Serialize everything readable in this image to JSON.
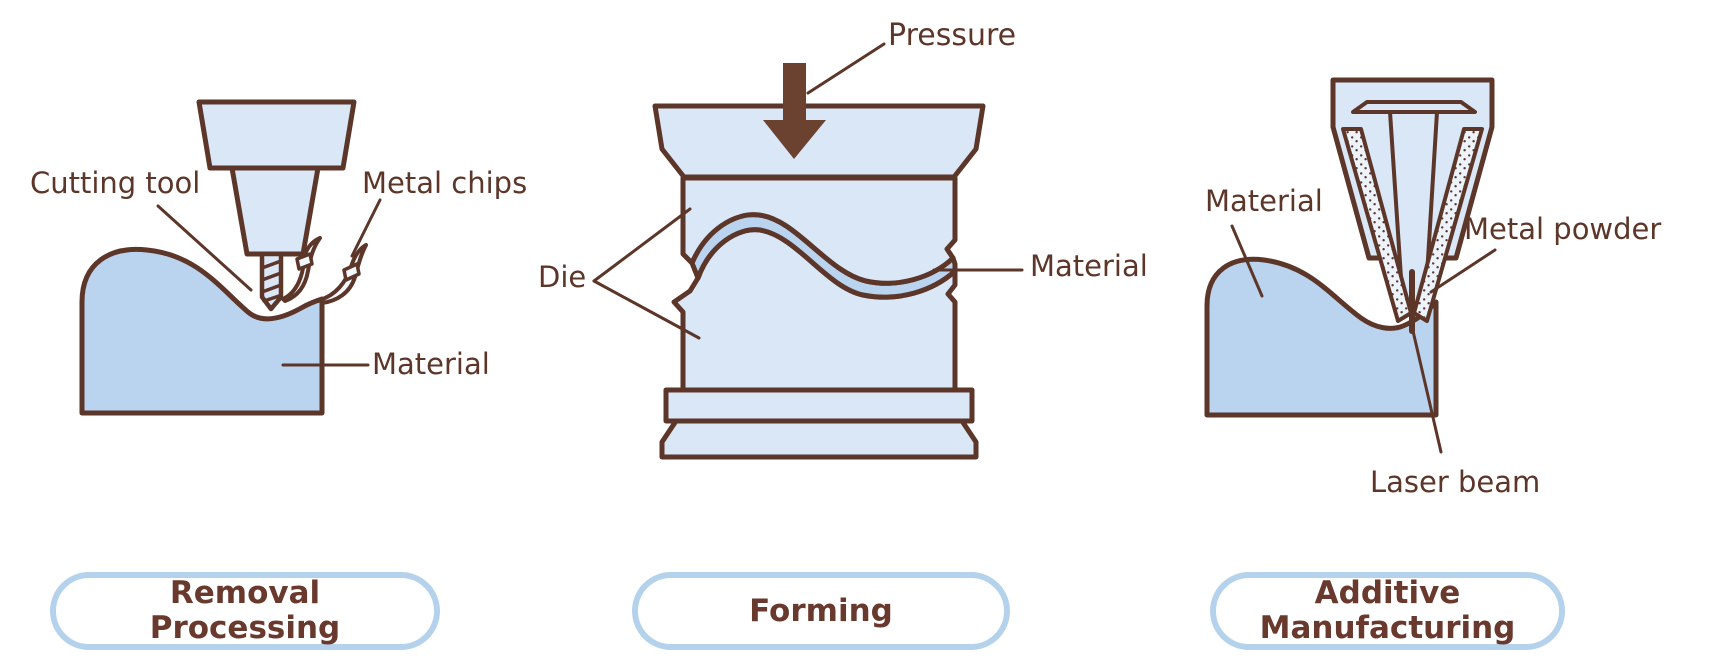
{
  "labels": {
    "cutting_tool": "Cutting tool",
    "metal_chips": "Metal chips",
    "material_left": "Material",
    "pressure": "Pressure",
    "die": "Die",
    "material_middle": "Material",
    "material_right": "Material",
    "metal_powder": "Metal powder",
    "laser_beam": "Laser beam"
  },
  "captions": {
    "removal": {
      "line1": "Removal",
      "line2": "Processing"
    },
    "forming": {
      "line1": "Forming"
    },
    "additive": {
      "line1": "Additive",
      "line2": "Manufacturing"
    }
  },
  "colors": {
    "outline_brown": "#5d362a",
    "arrow_brown": "#6b4130",
    "fill_light_blue": "#d9e7f6",
    "fill_medium_blue": "#bad3ee",
    "powder_fill": "#edf3fb",
    "pill_border_blue": "#b5d2ec",
    "pill_text_brown": "#6a392e",
    "background": "#ffffff"
  }
}
